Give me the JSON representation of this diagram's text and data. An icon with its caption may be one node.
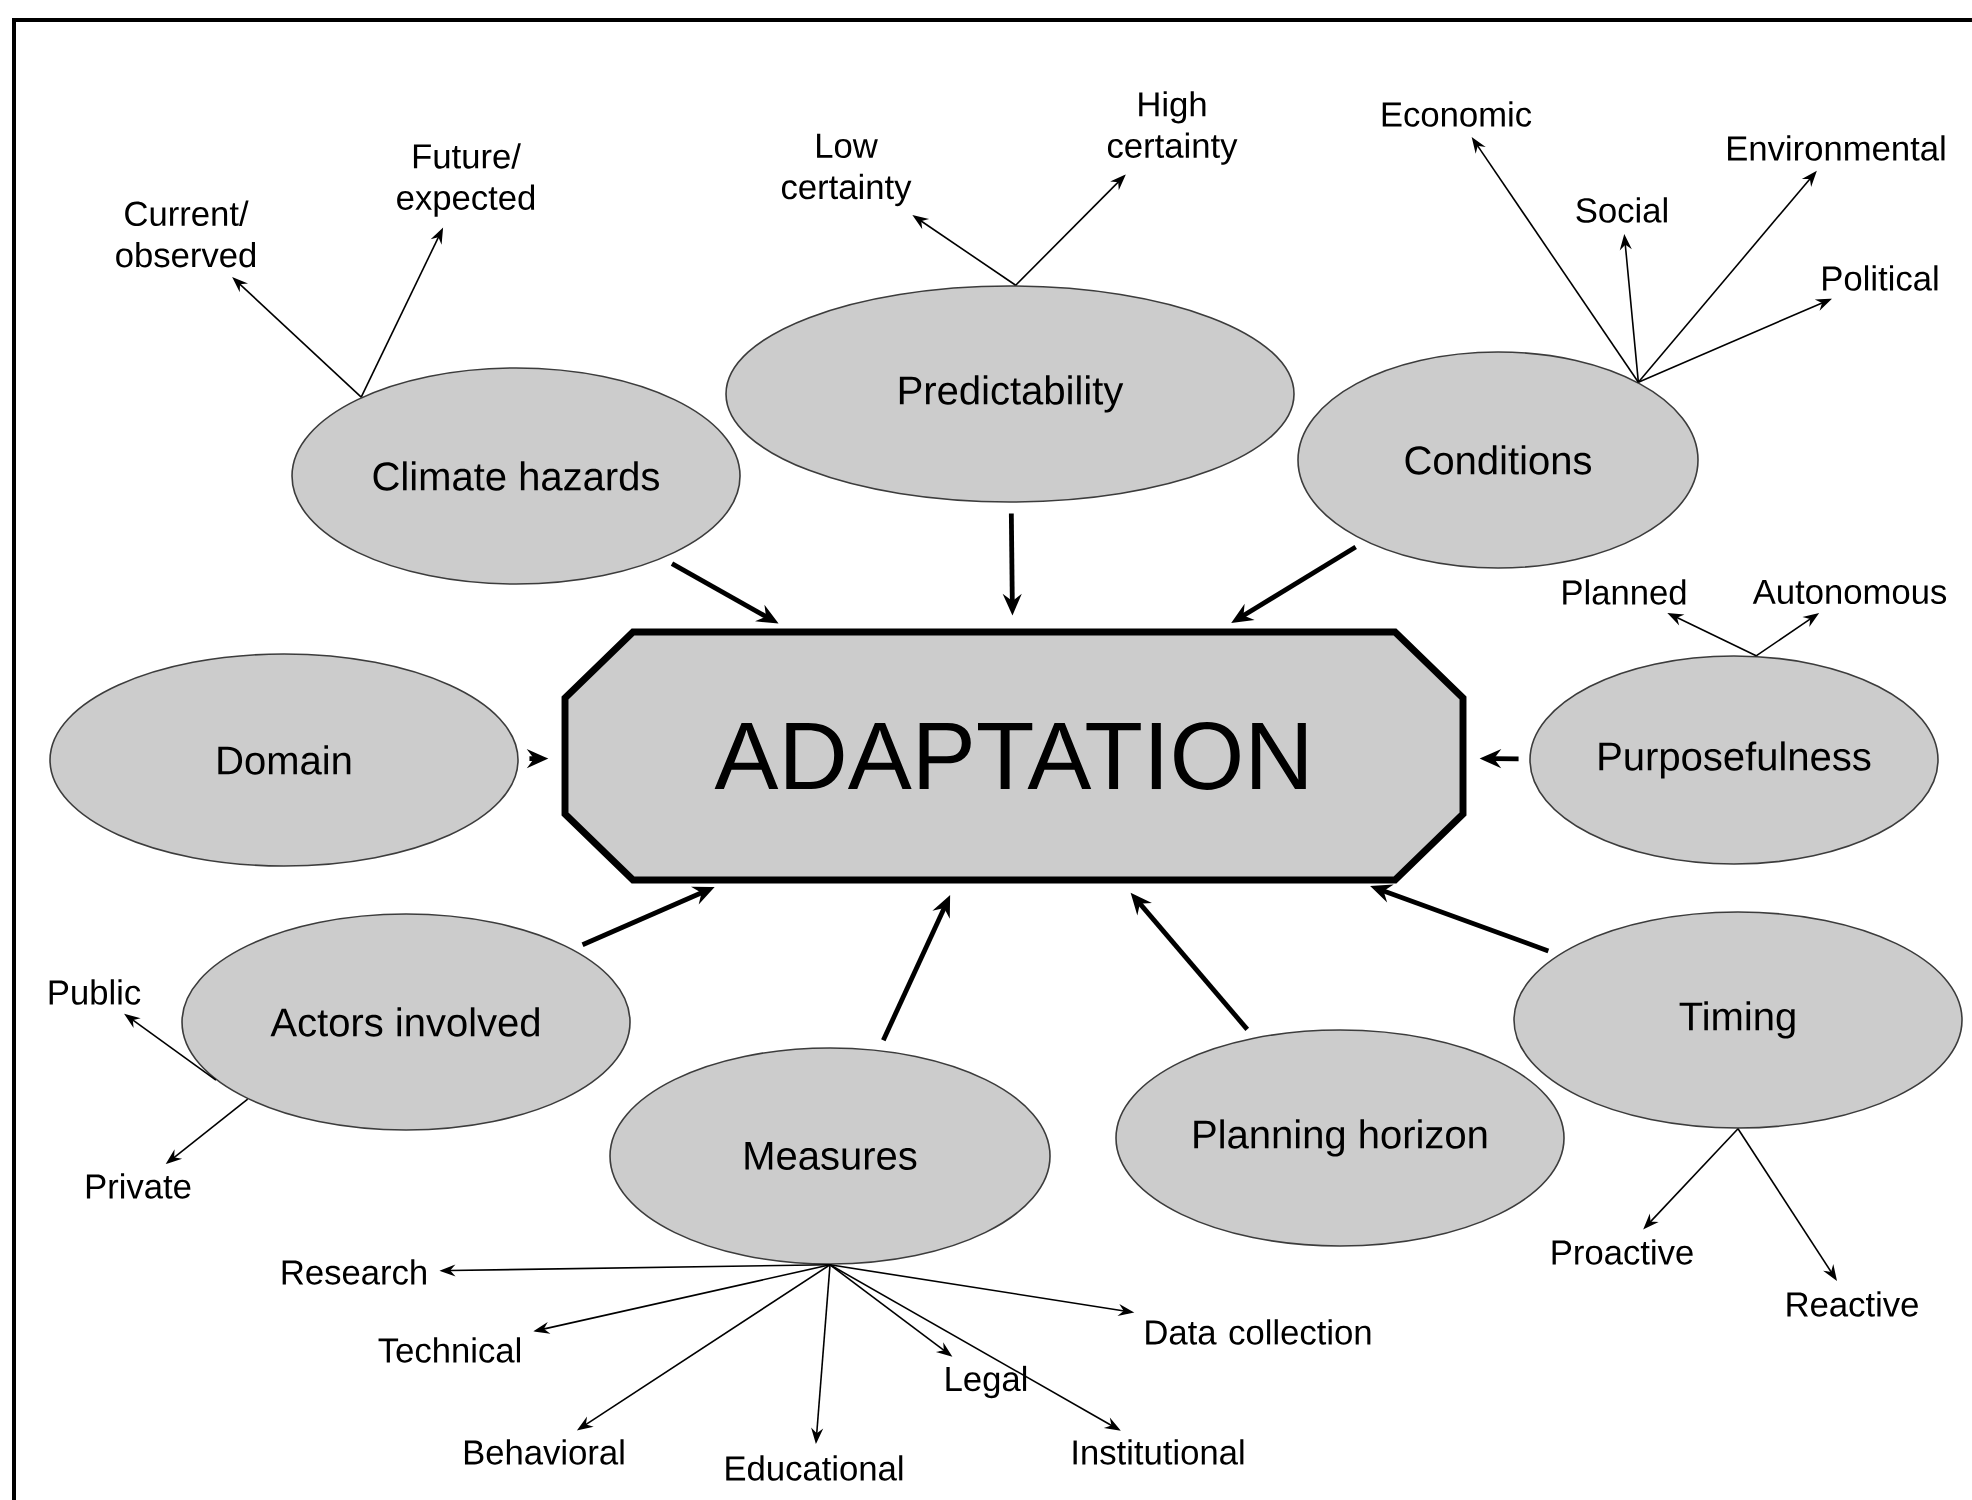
{
  "diagram": {
    "nodes": [
      {
        "text": [
          "ADAPTATION"
        ]
      },
      {
        "text": [
          "Climate hazards"
        ]
      },
      {
        "text": [
          "Predictability"
        ]
      },
      {
        "text": [
          "Conditions"
        ]
      },
      {
        "text": [
          "Domain"
        ]
      },
      {
        "text": [
          "Purposefulness"
        ]
      },
      {
        "text": [
          "Actors involved"
        ]
      },
      {
        "text": [
          "Timing"
        ]
      },
      {
        "text": [
          "Measures"
        ]
      },
      {
        "text": [
          "Planning horizon"
        ]
      },
      {
        "text": [
          "Current/ observed"
        ]
      },
      {
        "text": [
          "Future/ expected"
        ]
      },
      {
        "text": [
          "Low certainty"
        ]
      },
      {
        "text": [
          "High certainty"
        ]
      },
      {
        "text": [
          "Economic"
        ]
      },
      {
        "text": [
          "Social"
        ]
      },
      {
        "text": [
          "Environmental"
        ]
      },
      {
        "text": [
          "Political"
        ]
      },
      {
        "text": [
          "Autonomous"
        ]
      },
      {
        "text": [
          "Planned"
        ]
      },
      {
        "text": [
          "Public"
        ]
      },
      {
        "text": [
          "Private"
        ]
      },
      {
        "text": [
          "Research"
        ]
      },
      {
        "text": [
          "Technical"
        ]
      },
      {
        "text": [
          "Behavioral"
        ]
      },
      {
        "text": [
          "Educational"
        ]
      },
      {
        "text": [
          "Legal"
        ]
      },
      {
        "text": [
          "Data collection"
        ]
      },
      {
        "text": [
          "Institutional"
        ]
      },
      {
        "text": [
          "Proactive"
        ]
      },
      {
        "text": [
          "Reactive"
        ]
      }
    ],
    "edges": [
      {
        "from": 1,
        "to": 0,
        "arrow": "to",
        "style": "thick"
      },
      {
        "from": 2,
        "to": 0,
        "arrow": "to",
        "style": "thick"
      },
      {
        "from": 3,
        "to": 0,
        "arrow": "to",
        "style": "thick"
      },
      {
        "from": 4,
        "to": 0,
        "arrow": "to",
        "style": "thick"
      },
      {
        "from": 5,
        "to": 0,
        "arrow": "to",
        "style": "thick"
      },
      {
        "from": 6,
        "to": 0,
        "arrow": "to",
        "style": "thick"
      },
      {
        "from": 7,
        "to": 0,
        "arrow": "to",
        "style": "thick"
      },
      {
        "from": 8,
        "to": 0,
        "arrow": "to",
        "style": "thick"
      },
      {
        "from": 9,
        "to": 0,
        "arrow": "to",
        "style": "thick"
      },
      {
        "from": 1,
        "to": 10,
        "arrow": "to"
      },
      {
        "from": 1,
        "to": 11,
        "arrow": "to"
      },
      {
        "from": 2,
        "to": 12,
        "arrow": "to"
      },
      {
        "from": 2,
        "to": 13,
        "arrow": "to"
      },
      {
        "from": 3,
        "to": 14,
        "arrow": "to"
      },
      {
        "from": 3,
        "to": 15,
        "arrow": "to"
      },
      {
        "from": 3,
        "to": 16,
        "arrow": "to"
      },
      {
        "from": 3,
        "to": 17,
        "arrow": "to"
      },
      {
        "from": 5,
        "to": 18,
        "arrow": "to"
      },
      {
        "from": 5,
        "to": 19,
        "arrow": "to"
      },
      {
        "from": 6,
        "to": 20,
        "arrow": "to"
      },
      {
        "from": 6,
        "to": 21,
        "arrow": "to"
      },
      {
        "from": 8,
        "to": 22,
        "arrow": "to"
      },
      {
        "from": 8,
        "to": 23,
        "arrow": "to"
      },
      {
        "from": 8,
        "to": 24,
        "arrow": "to"
      },
      {
        "from": 8,
        "to": 25,
        "arrow": "to"
      },
      {
        "from": 8,
        "to": 26,
        "arrow": "to"
      },
      {
        "from": 8,
        "to": 27,
        "arrow": "to"
      },
      {
        "from": 8,
        "to": 28,
        "arrow": "to"
      },
      {
        "from": 7,
        "to": 29,
        "arrow": "to"
      },
      {
        "from": 7,
        "to": 30,
        "arrow": "to"
      }
    ]
  }
}
